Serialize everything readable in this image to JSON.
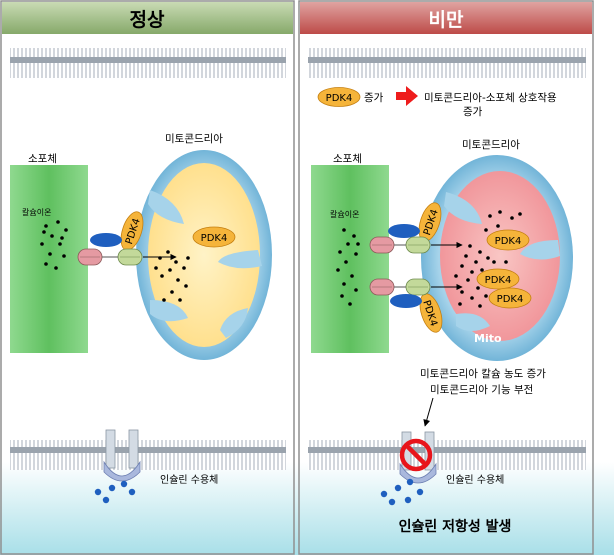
{
  "panels": {
    "left": {
      "title": "정상"
    },
    "right": {
      "title": "비만"
    }
  },
  "labels": {
    "er": "소포체",
    "mito": "미토콘드리아",
    "calcium": "칼슘이온",
    "pdk4": "PDK4",
    "mito_short": "Mito",
    "insulin_receptor": "인슐린 수용체",
    "increase": "증가",
    "contact_line1": "미토콘드리아-소포체 상호작용",
    "contact_line2": "증가",
    "effect_line1": "미토콘드리아 칼슘 농도 증가",
    "effect_line2": "미토콘드리아 기능 부전",
    "result": "인슐린 저항성 발생"
  },
  "colors": {
    "left_header": "#93b476",
    "right_header": "#c0504d",
    "er_green": "#6cc86c",
    "mito_outer": "#6fb3d6",
    "mito_inner_normal": "#ffe49a",
    "mito_inner_obese": "#f4a3a6",
    "pdk4": "#f5b43a",
    "ip3r_blue": "#1f5fbf",
    "channel_pink": "#e59aa2",
    "channel_green": "#c3d99a",
    "arrow_red": "#ee1c1c"
  },
  "icons": [
    "no-sign-icon",
    "red-arrow-icon",
    "membrane-icon"
  ]
}
